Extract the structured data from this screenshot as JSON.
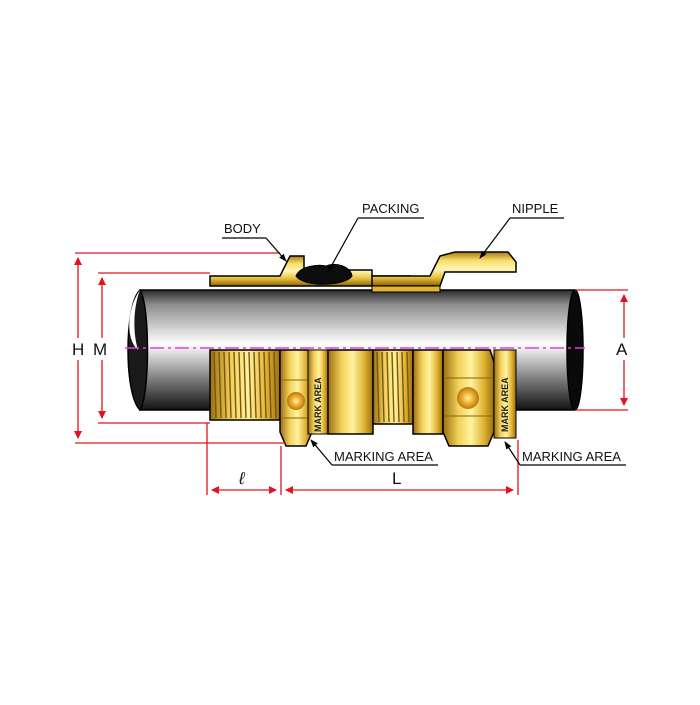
{
  "callouts": {
    "body": "BODY",
    "packing": "PACKING",
    "nipple": "NIPPLE",
    "marking_area_left": "MARKING AREA",
    "marking_area_right": "MARKING AREA"
  },
  "dimensions": {
    "H": "H",
    "M": "M",
    "A": "A",
    "l": "ℓ",
    "L": "L"
  },
  "mark_area": {
    "left": "MARK AREA",
    "right": "MARK AREA"
  },
  "colors": {
    "dimension_line": "#e0141e",
    "centerline": "#e040e0",
    "brass_light": "#fff3a0",
    "brass_mid": "#e8c23a",
    "brass_dark": "#a87a12",
    "cable_light": "#ffffff",
    "cable_dark": "#1a1a1a",
    "outline": "#000000"
  }
}
